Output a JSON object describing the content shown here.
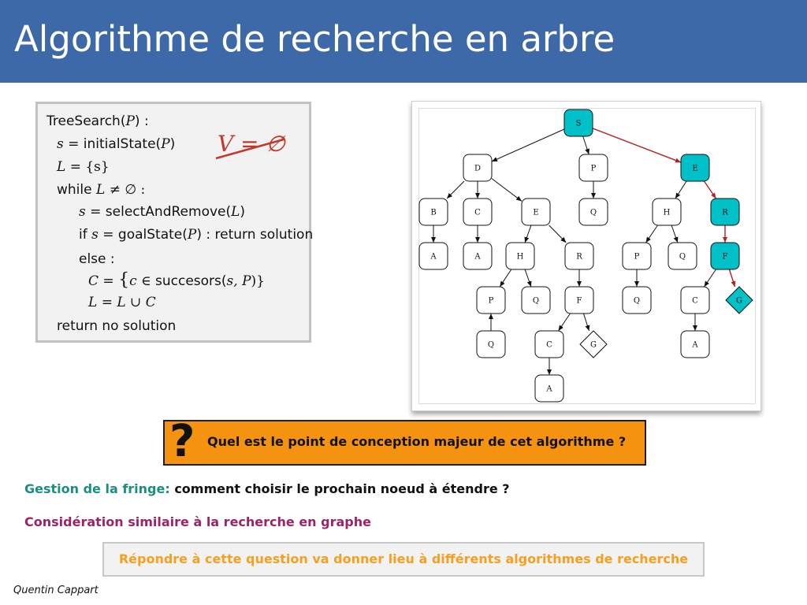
{
  "slide": {
    "title": "Algorithme de recherche en arbre",
    "author": "Quentin Cappart"
  },
  "algorithm": {
    "line1_fn": "TreeSearch(",
    "line1_arg": "P",
    "line1_end": ") :",
    "line2_var": "s",
    "line2_op": " = ",
    "line2_fn": "initialState(",
    "line2_arg": "P",
    "line2_end": ")",
    "line3_var": "L",
    "line3_rest": " = {s}",
    "line4_kw": "while ",
    "line4_var": "L",
    "line4_rest": " ≠ ∅ :",
    "line5_var": "s",
    "line5_op": " = ",
    "line5_fn": "selectAndRemove(",
    "line5_arg": "L",
    "line5_end": ")",
    "line6_kw": "if ",
    "line6_var": "s",
    "line6_op": " = ",
    "line6_fn": "goalState(",
    "line6_arg": "P",
    "line6_end": ") : return solution",
    "line7_kw": "else :",
    "line8_var": "C",
    "line8_op": " = ",
    "line8_open": "{",
    "line8_c": "c",
    "line8_in": " ∈ ",
    "line8_fn": "succesors(",
    "line8_args": "s, P",
    "line8_close": ")}",
    "line9_var": "L",
    "line9_rest": " = L ∪ C",
    "line10": "return no solution"
  },
  "annotation": {
    "text": "V = ∅",
    "color": "#c0392b"
  },
  "tree": {
    "highlight_color": "#00c0c8",
    "path_edge_color": "#b22222",
    "nodes": [
      {
        "id": "n_s",
        "label": "S",
        "col": 6,
        "row": 0,
        "goal": false,
        "highlight": true
      },
      {
        "id": "n_d",
        "label": "D",
        "col": 1,
        "row": 1,
        "goal": false,
        "highlight": false
      },
      {
        "id": "n_p1",
        "label": "P",
        "col": 4,
        "row": 1,
        "goal": false,
        "highlight": false
      },
      {
        "id": "n_e1",
        "label": "E",
        "col": 6,
        "row": 1,
        "goal": false,
        "highlight": true
      },
      {
        "id": "n_b",
        "label": "B",
        "col": 0,
        "row": 2,
        "goal": false,
        "highlight": false
      },
      {
        "id": "n_c1",
        "label": "C",
        "col": 1,
        "row": 2,
        "goal": false,
        "highlight": false
      },
      {
        "id": "n_e2",
        "label": "E",
        "col": 2,
        "row": 2,
        "goal": false,
        "highlight": false
      },
      {
        "id": "n_q1",
        "label": "Q",
        "col": 4,
        "row": 2,
        "goal": false,
        "highlight": false
      },
      {
        "id": "n_h1",
        "label": "H",
        "col": 5,
        "row": 2,
        "goal": false,
        "highlight": false
      },
      {
        "id": "n_r1",
        "label": "R",
        "col": 7,
        "row": 2,
        "goal": false,
        "highlight": true
      },
      {
        "id": "n_a1",
        "label": "A",
        "col": 0,
        "row": 3,
        "goal": false,
        "highlight": false
      },
      {
        "id": "n_a2",
        "label": "A",
        "col": 1,
        "row": 3,
        "goal": false,
        "highlight": false
      },
      {
        "id": "n_h2",
        "label": "H",
        "col": 2,
        "row": 3,
        "goal": false,
        "highlight": false
      },
      {
        "id": "n_r2",
        "label": "R",
        "col": 3,
        "row": 3,
        "goal": false,
        "highlight": false
      },
      {
        "id": "n_p2",
        "label": "P",
        "col": 4,
        "row": 3,
        "goal": false,
        "highlight": false
      },
      {
        "id": "n_q2",
        "label": "Q",
        "col": 5,
        "row": 3,
        "goal": false,
        "highlight": false
      },
      {
        "id": "n_f1",
        "label": "F",
        "col": 7,
        "row": 3,
        "goal": false,
        "highlight": true
      },
      {
        "id": "n_p3",
        "label": "P",
        "col": 2,
        "row": 4,
        "goal": false,
        "highlight": false
      },
      {
        "id": "n_q3",
        "label": "Q",
        "col": 3,
        "row": 4,
        "goal": false,
        "highlight": false
      },
      {
        "id": "n_f2",
        "label": "F",
        "col": 4,
        "row": 4,
        "goal": false,
        "highlight": false
      },
      {
        "id": "n_q4",
        "label": "Q",
        "col": 5,
        "row": 4,
        "goal": false,
        "highlight": false
      },
      {
        "id": "n_c2",
        "label": "C",
        "col": 6,
        "row": 4,
        "goal": false,
        "highlight": false
      },
      {
        "id": "n_g1",
        "label": "G",
        "col": 7,
        "row": 4,
        "goal": true,
        "highlight": true
      },
      {
        "id": "n_q5",
        "label": "Q",
        "col": 2,
        "row": 5,
        "goal": false,
        "highlight": false
      },
      {
        "id": "n_c3",
        "label": "C",
        "col": 3,
        "row": 5,
        "goal": false,
        "highlight": false
      },
      {
        "id": "n_g2",
        "label": "G",
        "col": 4,
        "row": 5,
        "goal": true,
        "highlight": false
      },
      {
        "id": "n_a3",
        "label": "A",
        "col": 6,
        "row": 5,
        "goal": false,
        "highlight": false
      },
      {
        "id": "n_a4",
        "label": "A",
        "col": 3,
        "row": 6,
        "goal": false,
        "highlight": false
      }
    ],
    "edges": [
      {
        "from": "n_s",
        "to": "n_d",
        "path": false
      },
      {
        "from": "n_s",
        "to": "n_p1",
        "path": false
      },
      {
        "from": "n_s",
        "to": "n_e1",
        "path": true
      },
      {
        "from": "n_d",
        "to": "n_b",
        "path": false
      },
      {
        "from": "n_d",
        "to": "n_c1",
        "path": false
      },
      {
        "from": "n_d",
        "to": "n_e2",
        "path": false
      },
      {
        "from": "n_p1",
        "to": "n_q1",
        "path": false
      },
      {
        "from": "n_e1",
        "to": "n_h1",
        "path": false
      },
      {
        "from": "n_e1",
        "to": "n_r1",
        "path": true
      },
      {
        "from": "n_b",
        "to": "n_a1",
        "path": false
      },
      {
        "from": "n_c1",
        "to": "n_a2",
        "path": false
      },
      {
        "from": "n_e2",
        "to": "n_h2",
        "path": false
      },
      {
        "from": "n_e2",
        "to": "n_r2",
        "path": false
      },
      {
        "from": "n_h1",
        "to": "n_p2",
        "path": false
      },
      {
        "from": "n_h1",
        "to": "n_q2",
        "path": false
      },
      {
        "from": "n_r1",
        "to": "n_f1",
        "path": true
      },
      {
        "from": "n_h2",
        "to": "n_p3",
        "path": false
      },
      {
        "from": "n_h2",
        "to": "n_q3",
        "path": false
      },
      {
        "from": "n_r2",
        "to": "n_f2",
        "path": false
      },
      {
        "from": "n_p2",
        "to": "n_q4",
        "path": false
      },
      {
        "from": "n_f1",
        "to": "n_c2",
        "path": false
      },
      {
        "from": "n_f1",
        "to": "n_g1",
        "path": true
      },
      {
        "from": "n_q5",
        "to": "n_p3",
        "path": false
      },
      {
        "from": "n_f2",
        "to": "n_c3",
        "path": false
      },
      {
        "from": "n_f2",
        "to": "n_g2",
        "path": false
      },
      {
        "from": "n_c2",
        "to": "n_a3",
        "path": false
      },
      {
        "from": "n_c3",
        "to": "n_a4",
        "path": false
      }
    ]
  },
  "question": {
    "mark": "?",
    "text": "Quel est le point de conception majeur de cet algorithme ?"
  },
  "fringe": {
    "label": "Gestion de la fringe:",
    "text": " comment choisir le prochain noeud à étendre ?"
  },
  "similar": {
    "text": "Considération similaire à la recherche en graphe"
  },
  "answer": {
    "text": "Répondre à cette question va donner lieu à différents algorithmes de recherche"
  }
}
